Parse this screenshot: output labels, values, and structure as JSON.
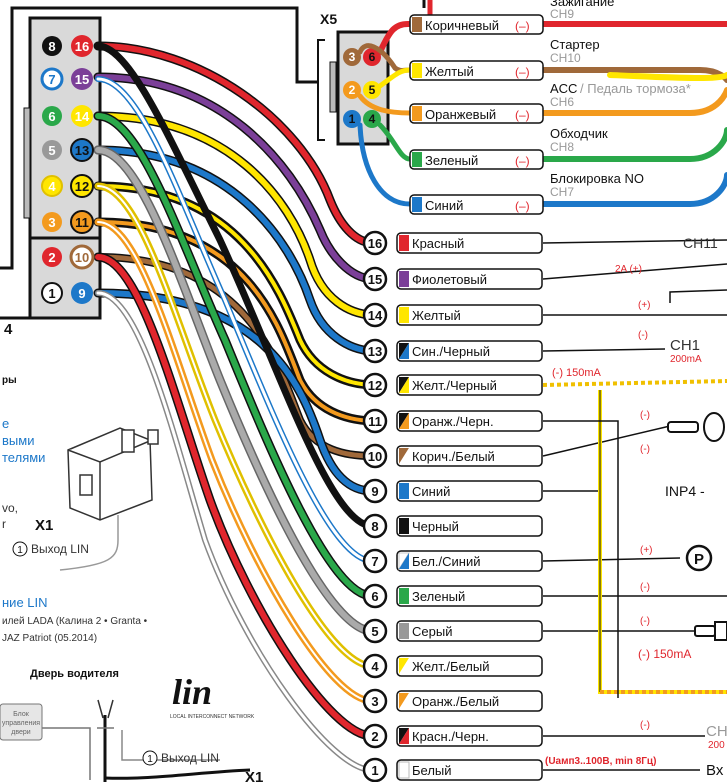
{
  "x5": {
    "label": "X5",
    "top_label": "Зажигание",
    "top_channel": "CH9",
    "rows": [
      {
        "pins": [
          "3",
          "6"
        ],
        "name": "Коричневый",
        "polarity": "(–)",
        "colors": [
          "#a0693a",
          "#e0262d"
        ],
        "func": "Стартер",
        "channel": "CH10"
      },
      {
        "pins": [
          "2",
          "5"
        ],
        "name": "Желтый",
        "polarity": "(–)",
        "colors": [
          "#f39a1e",
          "#ffe600"
        ],
        "func": "ACC",
        "func2": "/ Педаль тормоза*",
        "channel": "CH6"
      },
      {
        "pins": [
          "1",
          "4"
        ],
        "name": "Оранжевый",
        "polarity": "(–)",
        "colors": [
          "#1d78c9",
          "#2aa84a"
        ],
        "func": "Обходчик",
        "channel": "CH8"
      },
      {
        "name": "Зеленый",
        "polarity": "(–)",
        "func": "Блокировка NO",
        "channel": "CH7"
      },
      {
        "name": "Синий",
        "polarity": "(–)"
      }
    ]
  },
  "main_connector": {
    "pins_left": [
      "8",
      "7",
      "6",
      "5",
      "4",
      "3",
      "2",
      "1"
    ],
    "pins_right": [
      "16",
      "15",
      "14",
      "13",
      "12",
      "11",
      "10",
      "9"
    ],
    "corner_label": "4"
  },
  "wires": [
    {
      "num": "16",
      "label": "Красный"
    },
    {
      "num": "15",
      "label": "Фиолетовый"
    },
    {
      "num": "14",
      "label": "Желтый"
    },
    {
      "num": "13",
      "label": "Син./Черный"
    },
    {
      "num": "12",
      "label": "Желт./Черный"
    },
    {
      "num": "11",
      "label": "Оранж./Черн."
    },
    {
      "num": "10",
      "label": "Корич./Белый"
    },
    {
      "num": "9",
      "label": "Синий"
    },
    {
      "num": "8",
      "label": "Черный"
    },
    {
      "num": "7",
      "label": "Бел./Синий"
    },
    {
      "num": "6",
      "label": "Зеленый"
    },
    {
      "num": "5",
      "label": "Серый"
    },
    {
      "num": "4",
      "label": "Желт./Белый"
    },
    {
      "num": "3",
      "label": "Оранж./Белый"
    },
    {
      "num": "2",
      "label": "Красн./Черн."
    },
    {
      "num": "1",
      "label": "Белый"
    }
  ],
  "right_annotations": {
    "w15_current": "2A (+)",
    "w15_channel": "CH11",
    "w14_pol": "(+)",
    "w13_pol": "(-)",
    "w13_channel": "CH1",
    "w13_ma": "200mA",
    "w12_current": "(-) 150mA",
    "w10_pol": "(-)",
    "w9_pol": "(-)",
    "w9_inp": "INP4 -",
    "w7_pol": "(+)",
    "w6_pol": "(-)",
    "w5_pol": "(-)",
    "w4_current": "(-) 150mA",
    "w2_pol": "(-)",
    "w2_channel": "CH",
    "w2_ma": "200",
    "w1_note": "(Uамп3..100В, min 8Гц)",
    "w1_tail": "Вх"
  },
  "left_notes": {
    "frag_ry": "ры",
    "frag_e": "е",
    "frag_vymi": "выми",
    "frag_telyami": "телями",
    "frag_vo": "vo,",
    "frag_r": "r",
    "x1_label": "X1",
    "lin_out_num": "1",
    "lin_out_label": "Выход LIN",
    "lin_heading": "ние LIN",
    "lin_line1": "илей LADA (Калина 2 • Granta •",
    "lin_line2": "JAZ Patriot (05.2014)",
    "door_title": "Дверь водителя",
    "block_line1": "Блок",
    "block_line2": "управления",
    "block_line3": "двери",
    "lin_logo": "lin",
    "lin_logo_sub": "LOCAL INTERCONNECT NETWORK",
    "x1_bottom": "X1"
  }
}
